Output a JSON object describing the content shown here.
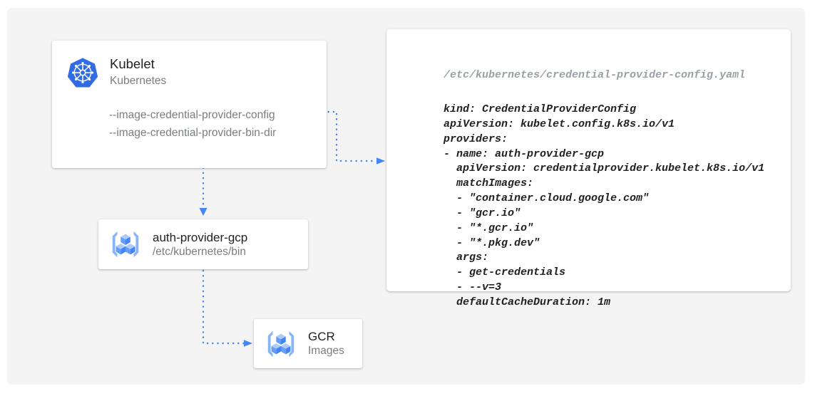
{
  "canvas": {
    "background_color": "#f4f4f4",
    "accent_color": "#4285f4"
  },
  "nodes": {
    "kubelet": {
      "icon": "kubernetes-logo-icon",
      "title": "Kubelet",
      "subtitle": "Kubernetes",
      "flags": [
        "--image-credential-provider-config",
        "--image-credential-provider-bin-dir"
      ]
    },
    "auth_provider": {
      "icon": "gcp-container-registry-icon",
      "title": "auth-provider-gcp",
      "subtitle": "/etc/kubernetes/bin"
    },
    "gcr": {
      "icon": "gcp-container-registry-icon",
      "title": "GCR",
      "subtitle": "Images"
    }
  },
  "yaml_panel": {
    "path": "/etc/kubernetes/credential-provider-config.yaml",
    "content": "kind: CredentialProviderConfig\napiVersion: kubelet.config.k8s.io/v1\nproviders:\n- name: auth-provider-gcp\n  apiVersion: credentialprovider.kubelet.k8s.io/v1\n  matchImages:\n  - \"container.cloud.google.com\"\n  - \"gcr.io\"\n  - \"*.gcr.io\"\n  - \"*.pkg.dev\"\n  args:\n  - get-credentials\n  - --v=3\n  defaultCacheDuration: 1m"
  },
  "connectors": [
    {
      "name": "kubelet-config-to-yaml",
      "from": "kubelet-flag-config",
      "to": "yaml-panel",
      "style": "dotted",
      "arrow": "right"
    },
    {
      "name": "kubelet-to-auth-provider",
      "from": "kubelet",
      "to": "auth-provider",
      "style": "dotted",
      "arrow": "down"
    },
    {
      "name": "auth-provider-to-gcr",
      "from": "auth-provider",
      "to": "gcr",
      "style": "dotted",
      "arrow": "right"
    }
  ]
}
